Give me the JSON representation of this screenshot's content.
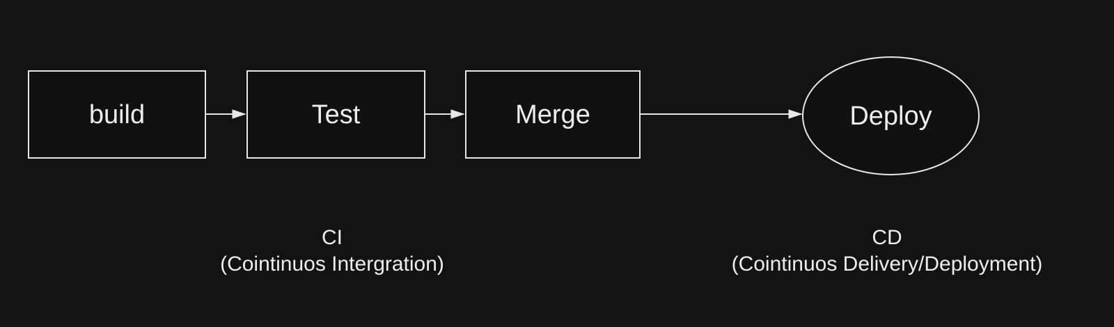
{
  "diagram": {
    "nodes": [
      {
        "id": "build",
        "label": "build",
        "shape": "rectangle"
      },
      {
        "id": "test",
        "label": "Test",
        "shape": "rectangle"
      },
      {
        "id": "merge",
        "label": "Merge",
        "shape": "rectangle"
      },
      {
        "id": "deploy",
        "label": "Deploy",
        "shape": "ellipse"
      }
    ],
    "edges": [
      {
        "from": "build",
        "to": "test"
      },
      {
        "from": "test",
        "to": "merge"
      },
      {
        "from": "merge",
        "to": "deploy"
      }
    ],
    "captions": {
      "ci": {
        "title": "CI",
        "subtitle": "(Cointinuos Intergration)"
      },
      "cd": {
        "title": "CD",
        "subtitle": "(Cointinuos Delivery/Deployment)"
      }
    },
    "colors": {
      "background": "#131313",
      "stroke": "#e8e8e8",
      "text": "#ededed"
    }
  }
}
